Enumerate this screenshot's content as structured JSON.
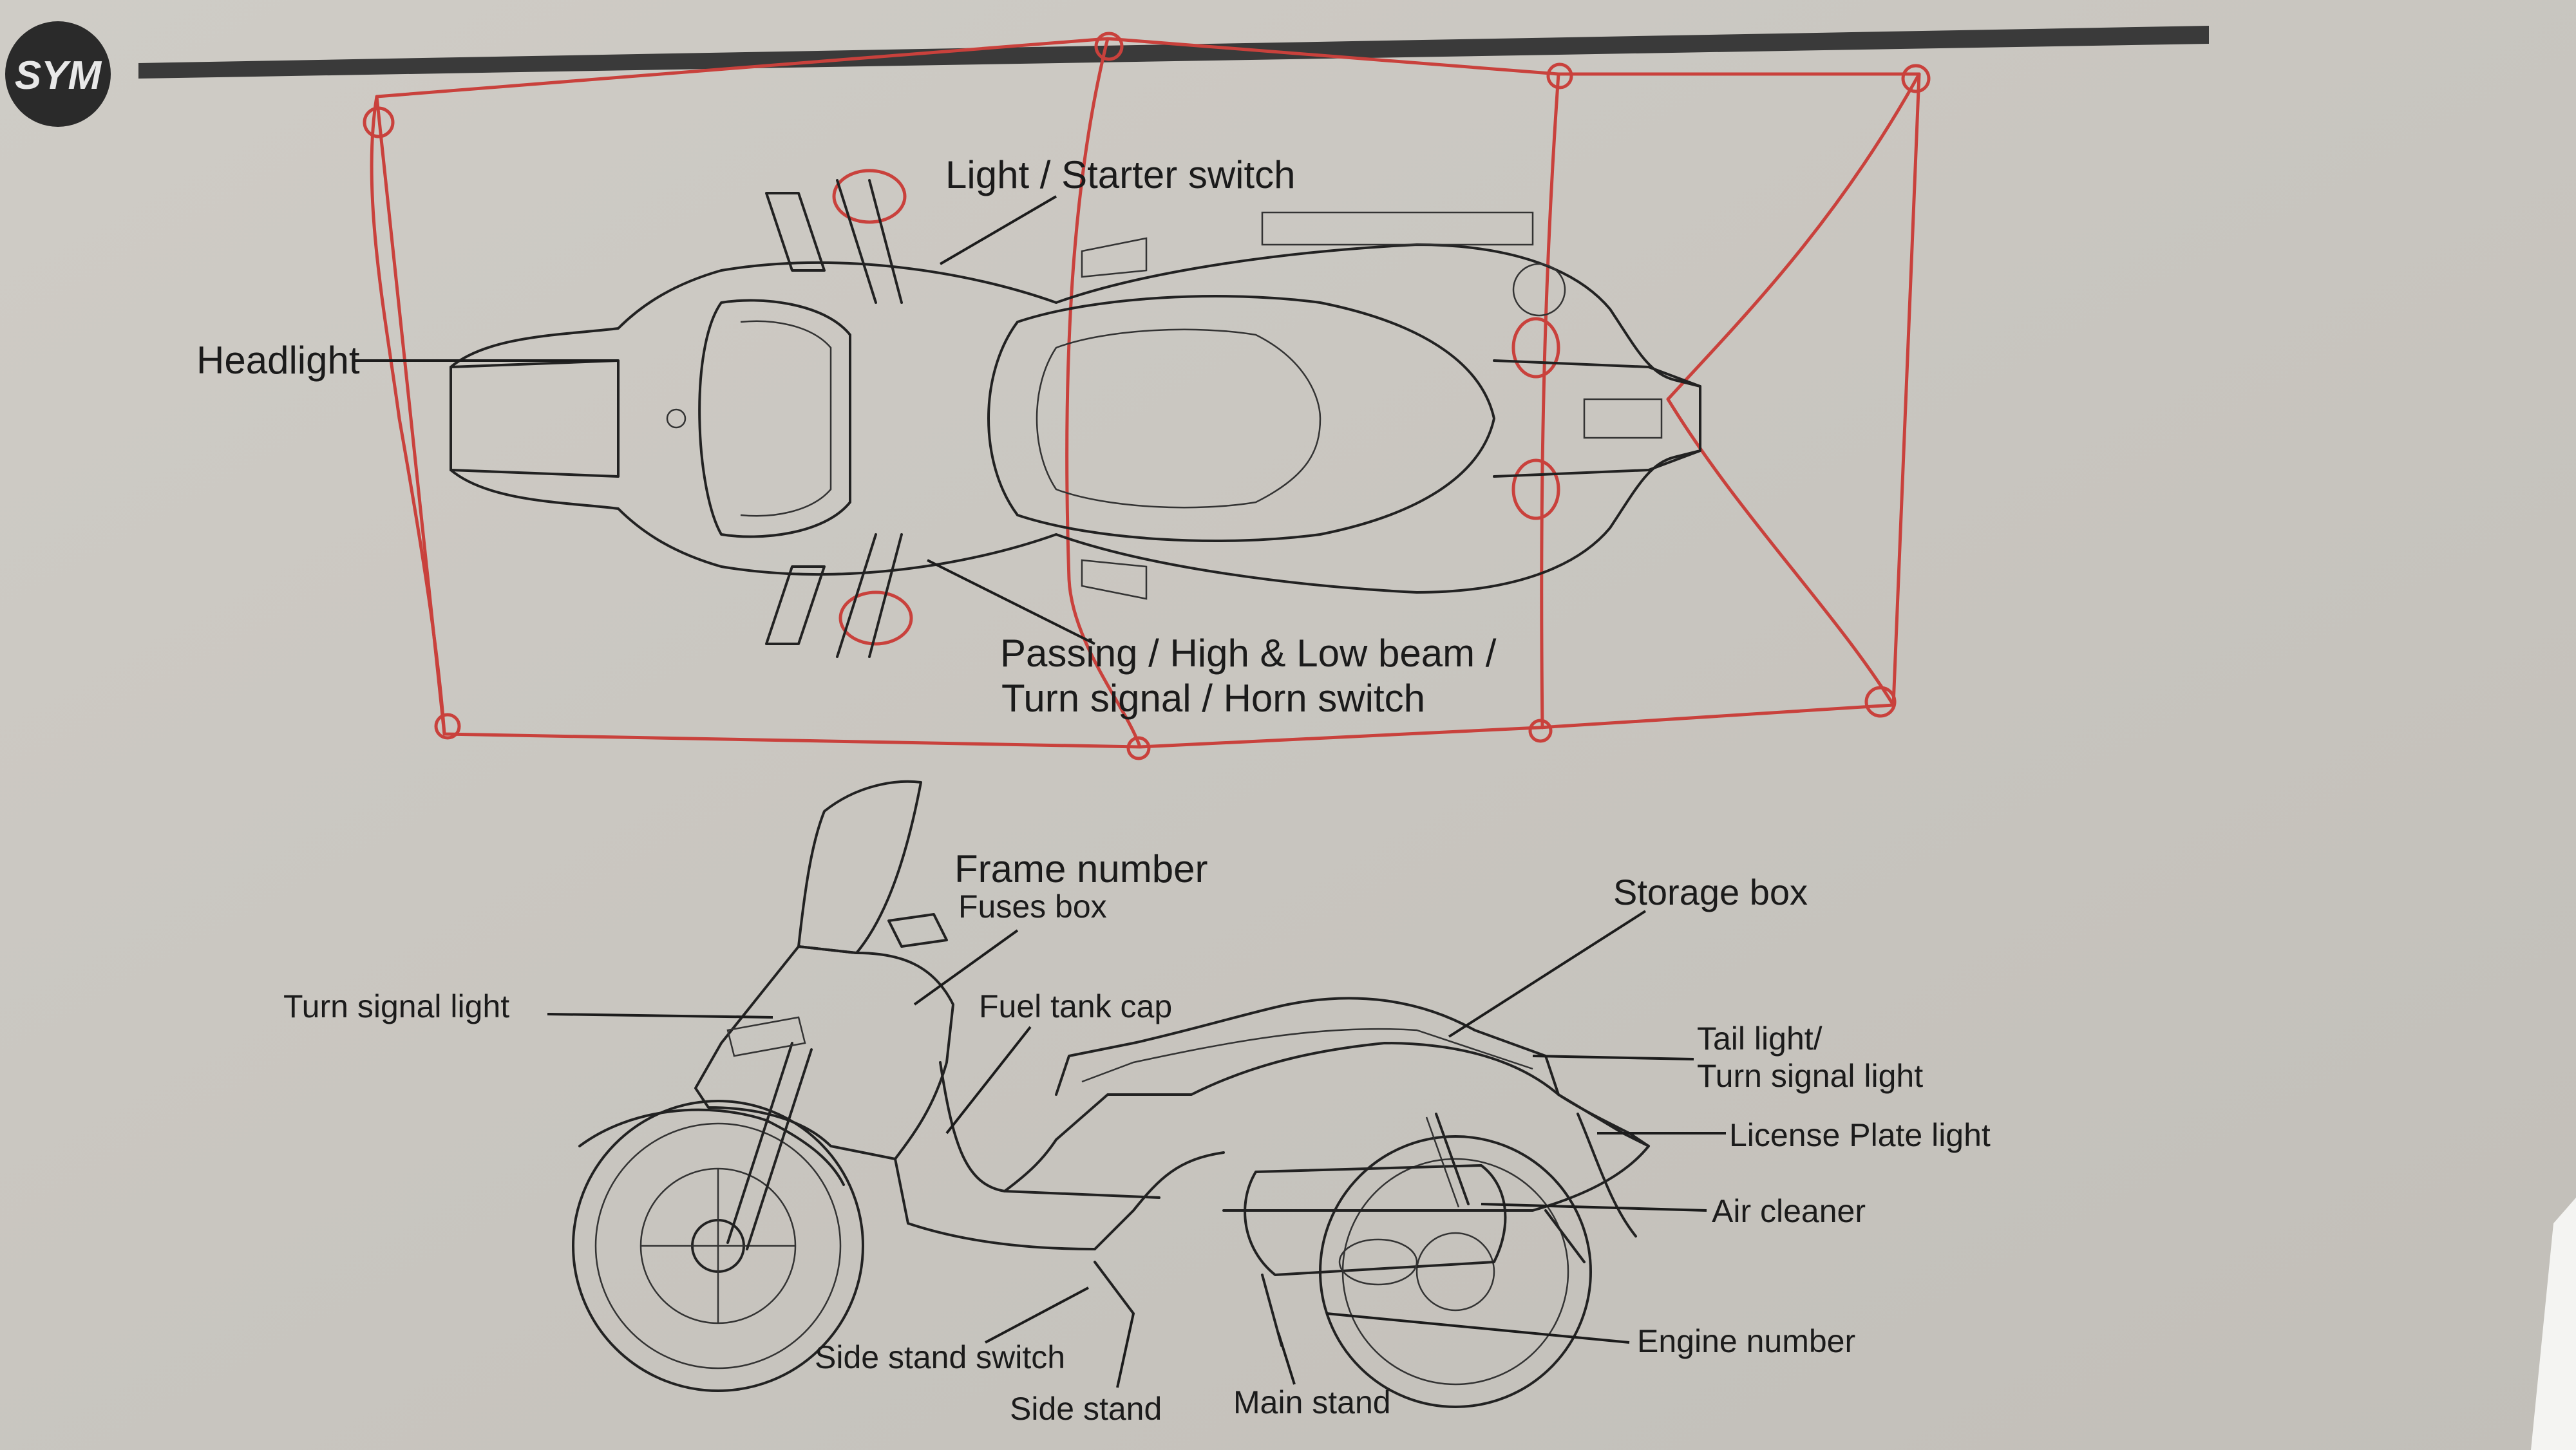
{
  "brand": {
    "logo_text": "SYM"
  },
  "colors": {
    "paper": "#c9c6c0",
    "ink": "#1c1c1c",
    "red_pen": "#c9413c"
  },
  "top_view": {
    "labels": {
      "light_starter": "Light / Starter switch",
      "headlight": "Headlight",
      "passing_line1": "Passing / High & Low beam /",
      "passing_line2": "Turn signal / Horn switch"
    }
  },
  "side_view": {
    "labels": {
      "frame_number": "Frame number",
      "fuses_box": "Fuses box",
      "storage_box": "Storage box",
      "turn_signal_light": "Turn signal light",
      "fuel_tank_cap": "Fuel tank cap",
      "tail_light_line1": "Tail light/",
      "tail_light_line2": "Turn signal light",
      "license_plate_light": "License Plate light",
      "air_cleaner": "Air cleaner",
      "engine_number": "Engine number",
      "side_stand_switch": "Side stand switch",
      "side_stand": "Side stand",
      "main_stand": "Main stand"
    }
  }
}
